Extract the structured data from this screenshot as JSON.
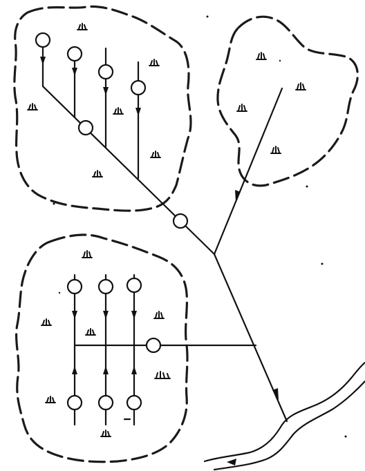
{
  "diagram": {
    "description_visible_text": [],
    "fields": [
      "upper-left-field",
      "upper-right-field",
      "lower-left-field"
    ],
    "upper_left_field": {
      "collector_wells": 4,
      "main_line_wells": 1
    },
    "lower_left_field": {
      "collector_wells": 6,
      "main_line_wells": 1
    },
    "trunk_line_wells": 1,
    "colors": {
      "ink": "#111111",
      "background": "#ffffff"
    }
  }
}
